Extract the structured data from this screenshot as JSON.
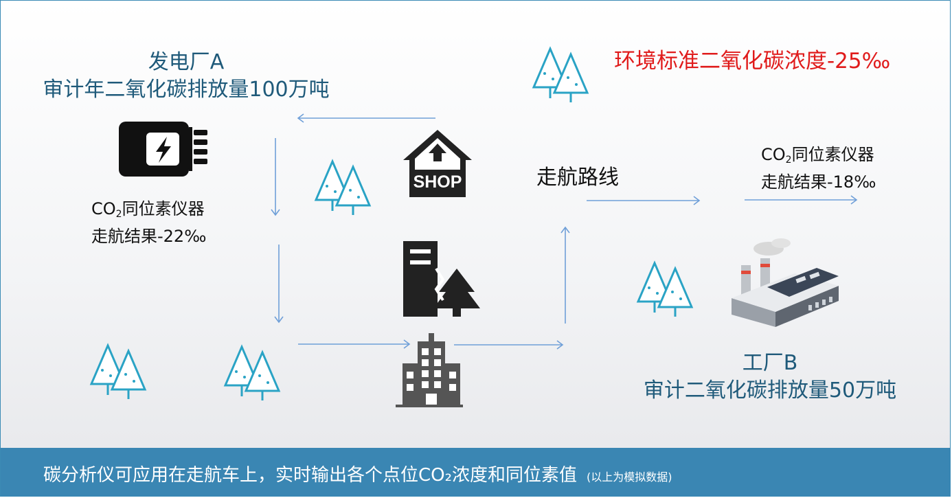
{
  "plant": {
    "name": "发电厂A",
    "emission": "审计年二氧化碳排放量100万吨",
    "iso_prefix": "CO",
    "iso_sub": "2",
    "iso_device": "同位素仪器",
    "iso_result": "走航结果-22‰"
  },
  "standard": "环境标准二氧化碳浓度-25‰",
  "route_label": "走航路线",
  "right_iso": {
    "iso_prefix": "CO",
    "iso_sub": "2",
    "iso_device": "同位素仪器",
    "iso_result": "走航结果-18‰"
  },
  "factory": {
    "name": "工厂B",
    "emission": "审计二氧化碳排放量50万吨"
  },
  "shop_label": "SHOP",
  "footer": {
    "main": "碳分析仪可应用在走航车上，实时输出各个点位CO₂浓度和同位素值",
    "note": "(以上为模拟数据)"
  },
  "colors": {
    "title_blue": "#1f5a7a",
    "standard_red": "#e01b1b",
    "arrow_blue": "#6f9fd8",
    "tree_teal": "#2aa3c5",
    "footer_bg": "#3a86b3"
  }
}
